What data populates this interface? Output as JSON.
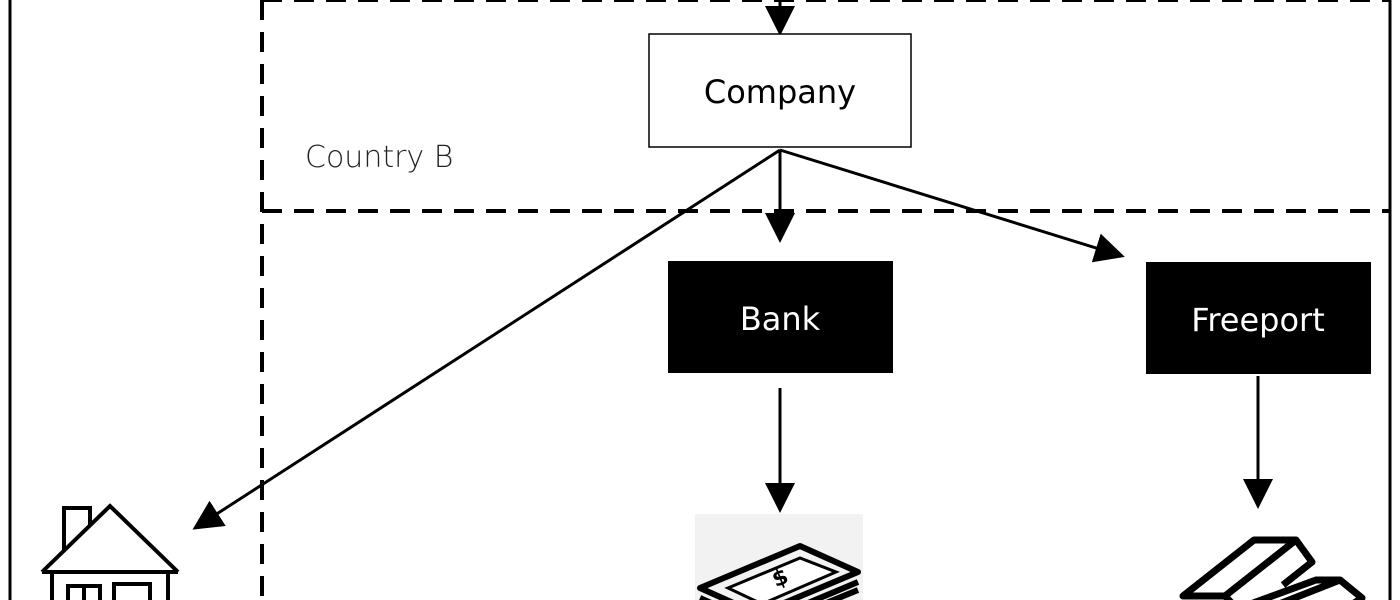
{
  "diagram": {
    "region_label": "Country B",
    "nodes": {
      "company": "Company",
      "bank": "Bank",
      "freeport": "Freeport"
    },
    "icons": {
      "house": "house-icon",
      "money": "money-stack-icon",
      "gold": "gold-bars-icon"
    }
  }
}
